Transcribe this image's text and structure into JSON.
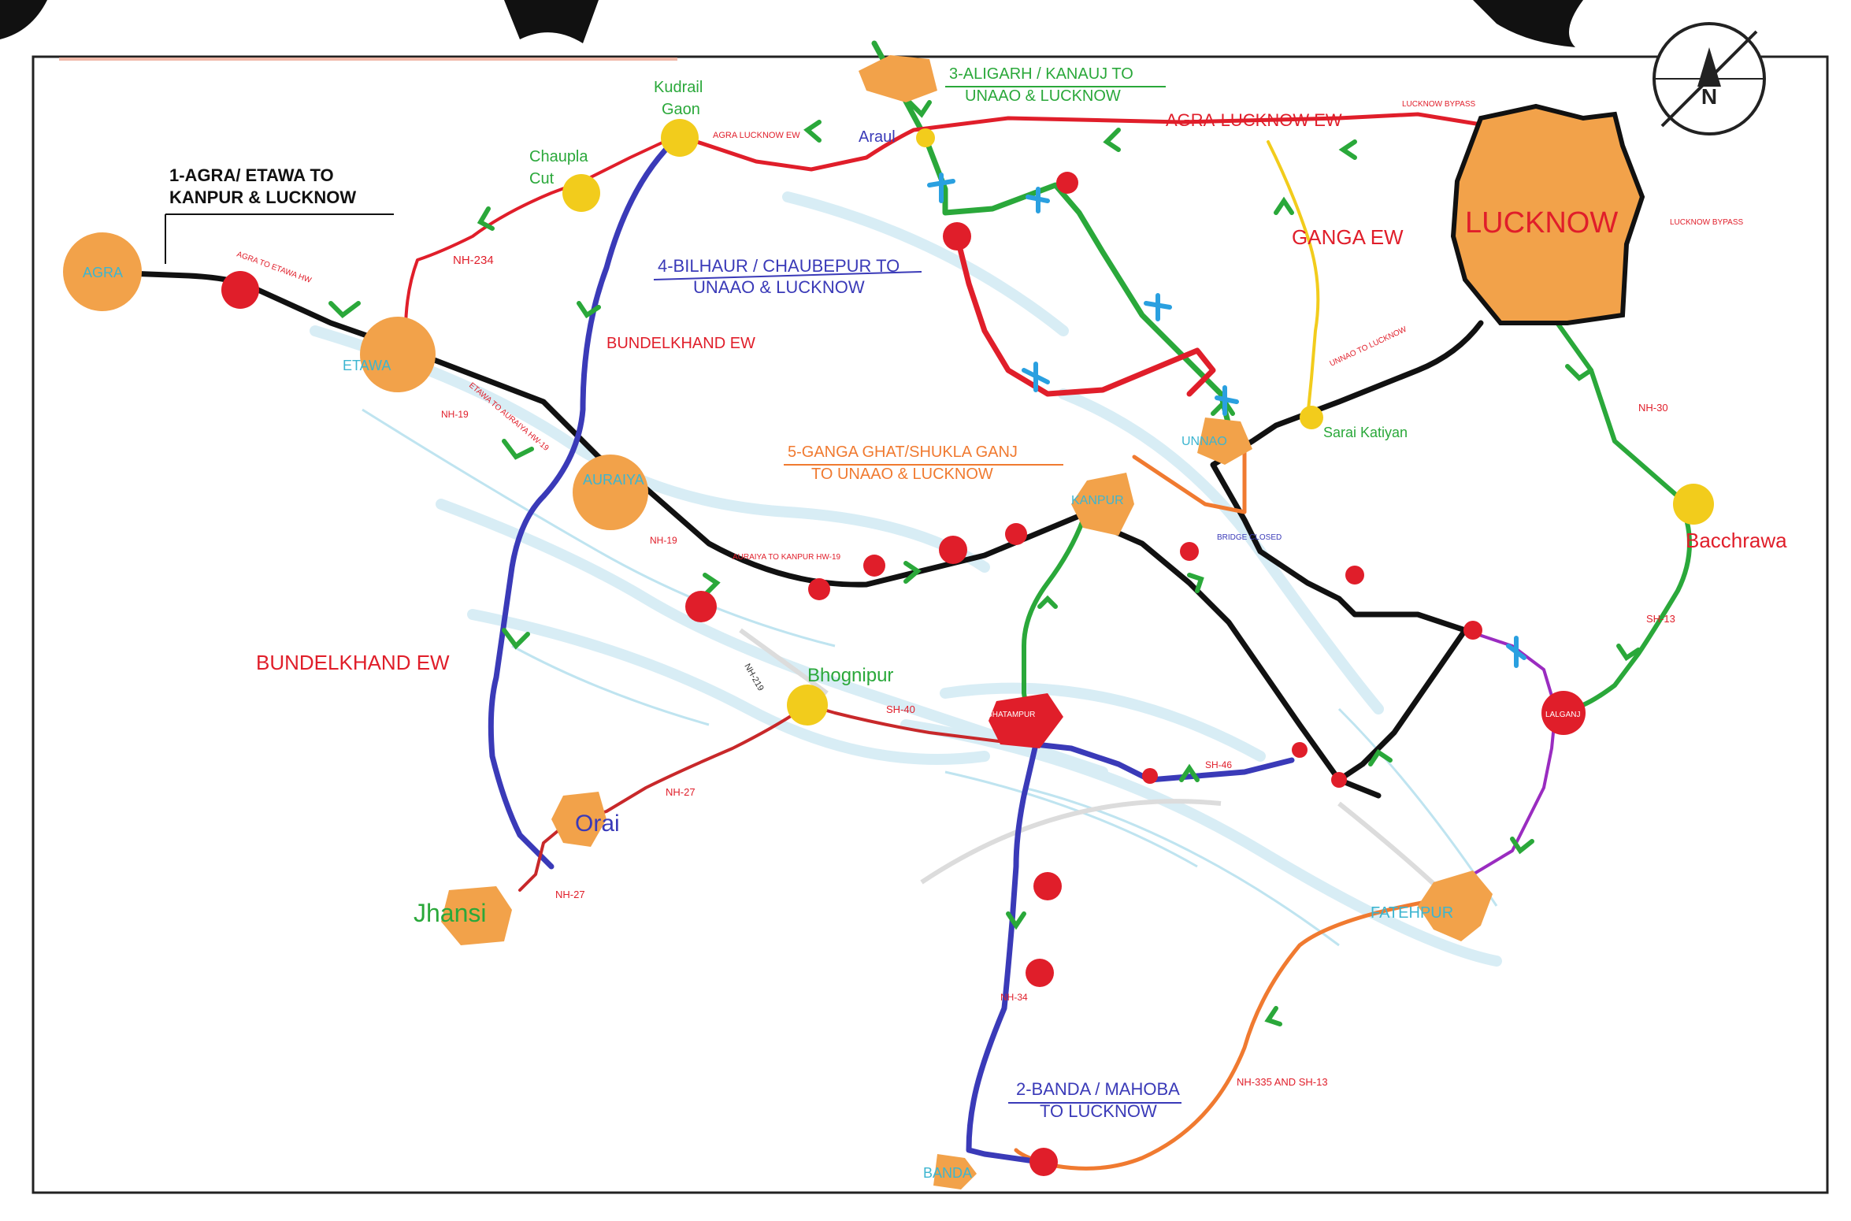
{
  "map": {
    "compass_letter": "N",
    "colors": {
      "route1_black": "#111111",
      "route2_blue": "#3a3ab8",
      "route3_green": "#2aa83a",
      "route4_red": "#e01e2a",
      "route5_orange": "#f07a30",
      "yellow": "#f2cc1c",
      "city_orange": "#f2a24a",
      "river_cyan": "#3cb5d0",
      "purple": "#9a2cc0"
    },
    "routes": {
      "r1": "1-AGRA/ ETAWA TO",
      "r1b": "KANPUR & LUCKNOW",
      "r2": "2-BANDA / MAHOBA",
      "r2b": "TO LUCKNOW",
      "r3": "3-ALIGARH / KANAUJ TO",
      "r3b": "UNAAO & LUCKNOW",
      "r4": "4-BILHAUR / CHAUBEPUR TO",
      "r4b": "UNAAO & LUCKNOW",
      "r5": "5-GANGA GHAT/SHUKLA GANJ",
      "r5b": "TO UNAAO & LUCKNOW"
    },
    "cities": {
      "lucknow": "LUCKNOW",
      "agra": "AGRA",
      "etawa": "ETAWA",
      "auraiya": "AURAIYA",
      "kanpur": "KANPUR",
      "unnao": "UNNAO",
      "orai": "Orai",
      "jhansi": "Jhansi",
      "fatehpur": "FATEHPUR",
      "banda": "BANDA",
      "kudrail": "Kudrail",
      "gaon": "Gaon",
      "chaupla": "Chaupla",
      "cut": "Cut",
      "araul": "Araul",
      "bhognipur": "Bhognipur",
      "sarai": "Sarai Katiyan",
      "bacchrawa": "Bacchrawa",
      "lalganj": "LALGANJ",
      "ghatampur": "GHATAMPUR"
    },
    "roads": {
      "agra_lko_ew_top": "AGRA-LUCKNOW EW",
      "agra_lko_ew_small": "AGRA LUCKNOW EW",
      "ganga_ew": "GANGA EW",
      "bundelkhand_top": "BUNDELKHAND EW",
      "bundelkhand_left": "BUNDELKHAND EW",
      "nh234": "NH-234",
      "nh19a": "NH-19",
      "nh19b": "NH-19",
      "nh27a": "NH-27",
      "nh27b": "NH-27",
      "nh30": "NH-30",
      "sh13": "SH-13",
      "sh40": "SH-40",
      "sh46": "SH-46",
      "nh34": "NH-34",
      "nh335": "NH-335 AND SH-13",
      "nh219": "NH-219",
      "lko_bypass_a": "LUCKNOW BYPASS",
      "lko_bypass_b": "LUCKNOW BYPASS",
      "agra_etawa_hw": "AGRA TO ETAWA HW",
      "etawa_auraiya": "ETAWA TO AURAIYA HW-19",
      "auraiya_kanpur": "AURAIYA TO KANPUR HW-19",
      "bridge": "BRIDGE CLOSED",
      "unnao_lko": "UNNAO TO LUCKNOW"
    }
  }
}
